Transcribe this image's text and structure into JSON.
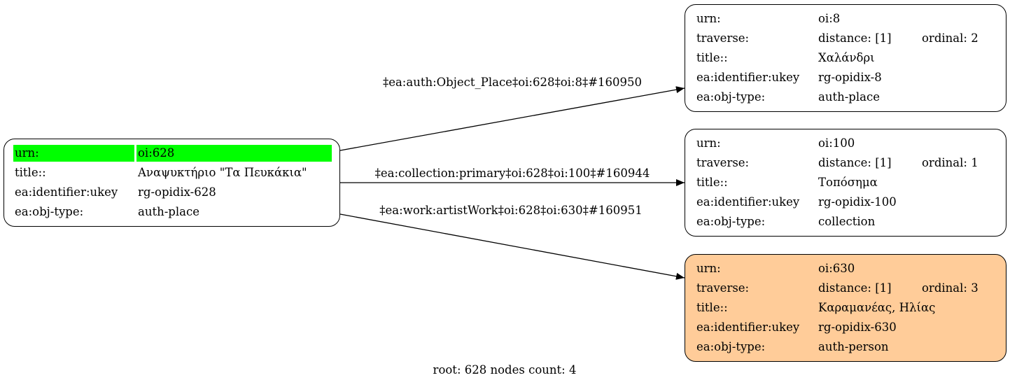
{
  "graph": {
    "root_node": {
      "rows": [
        {
          "key": "urn:",
          "value": "oi:628",
          "highlight": true
        },
        {
          "key": "title::",
          "value": "Αναψυκτήριο \"Τα Πευκάκια\""
        },
        {
          "key": "ea:identifier:ukey",
          "value": "rg-opidix-628"
        },
        {
          "key": "ea:obj-type:",
          "value": "auth-place"
        }
      ],
      "highlight_color": "#00ff00"
    },
    "nodes": [
      {
        "id": "oi:8",
        "fill": "#ffffff",
        "urn_key": "urn:",
        "urn": "oi:8",
        "traverse_key": "traverse:",
        "distance": "distance: [1]",
        "ordinal": "ordinal: 2",
        "title_key": "title::",
        "title": "Χαλάνδρι",
        "ukey_key": "ea:identifier:ukey",
        "ukey": "rg-opidix-8",
        "type_key": "ea:obj-type:",
        "type": "auth-place"
      },
      {
        "id": "oi:100",
        "fill": "#ffffff",
        "urn_key": "urn:",
        "urn": "oi:100",
        "traverse_key": "traverse:",
        "distance": "distance: [1]",
        "ordinal": "ordinal: 1",
        "title_key": "title::",
        "title": "Τοπόσημα",
        "ukey_key": "ea:identifier:ukey",
        "ukey": "rg-opidix-100",
        "type_key": "ea:obj-type:",
        "type": "collection"
      },
      {
        "id": "oi:630",
        "fill": "#ffcc99",
        "urn_key": "urn:",
        "urn": "oi:630",
        "traverse_key": "traverse:",
        "distance": "distance: [1]",
        "ordinal": "ordinal: 3",
        "title_key": "title::",
        "title": "Καραμανέας, Ηλίας",
        "ukey_key": "ea:identifier:ukey",
        "ukey": "rg-opidix-630",
        "type_key": "ea:obj-type:",
        "type": "auth-person"
      }
    ],
    "edges": [
      {
        "from": "oi:628",
        "to": "oi:8",
        "label": "‡ea:auth:Object_Place‡oi:628‡oi:8‡#160950"
      },
      {
        "from": "oi:628",
        "to": "oi:100",
        "label": "‡ea:collection:primary‡oi:628‡oi:100‡#160944"
      },
      {
        "from": "oi:628",
        "to": "oi:630",
        "label": "‡ea:work:artistWork‡oi:628‡oi:630‡#160951"
      }
    ],
    "caption": "root: 628 nodes count: 4"
  }
}
